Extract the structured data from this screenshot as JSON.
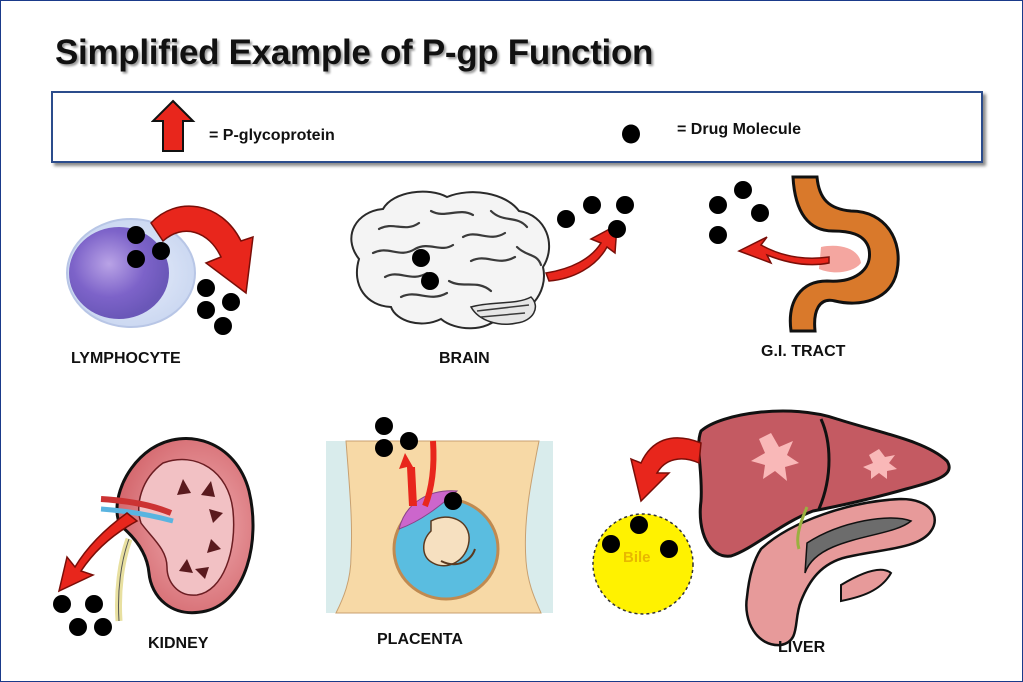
{
  "title": "Simplified Example of P-gp Function",
  "legend": {
    "pgp_label": "= P-glycoprotein",
    "drug_label": "= Drug Molecule"
  },
  "organs": {
    "lymphocyte": "LYMPHOCYTE",
    "brain": "BRAIN",
    "gi_tract": "G.I. TRACT",
    "kidney": "KIDNEY",
    "placenta": "PLACENTA",
    "liver": "LIVER",
    "bile": "Bile"
  },
  "colors": {
    "arrow_red": "#e8261c",
    "drug_black": "#000000",
    "border_blue": "#2b4c8c",
    "bile_yellow": "#fff200"
  }
}
